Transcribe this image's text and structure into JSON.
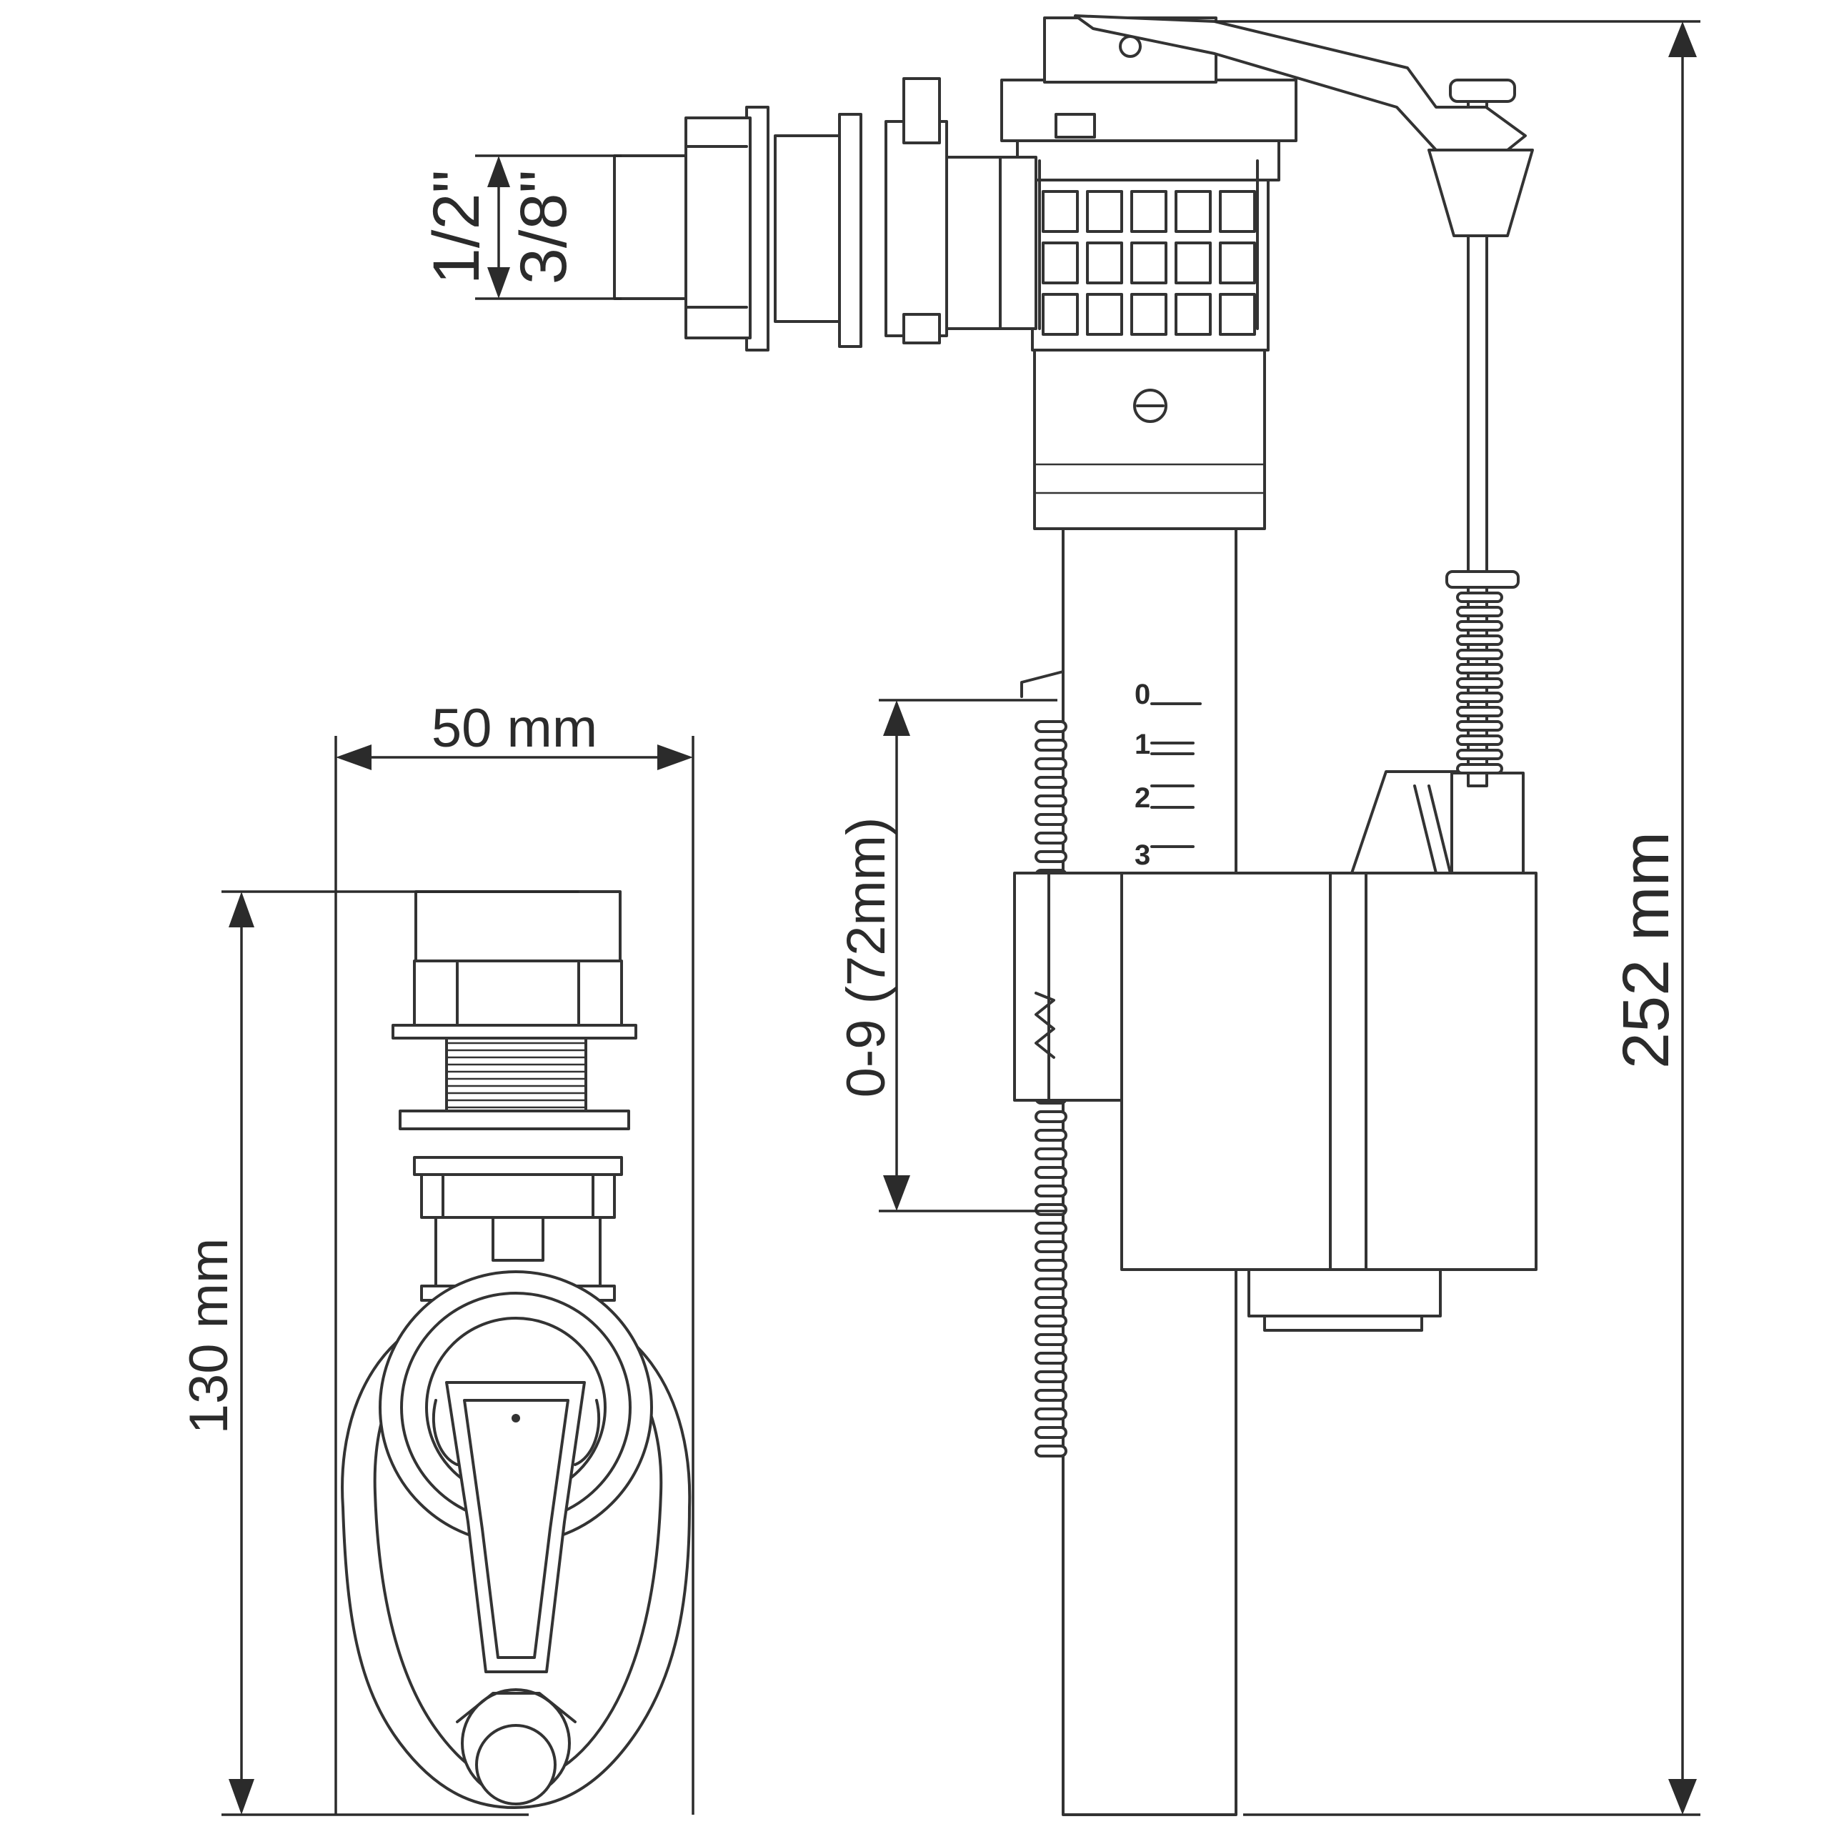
{
  "dimensions": {
    "width_total": "50 mm",
    "height_bottom_entry": "130 mm",
    "height_total": "252 mm",
    "adjust_range": "0-9 (72mm)",
    "thread_outer": "1/2\"",
    "thread_inner": "3/8\""
  },
  "scale_marks": [
    "0",
    "1",
    "2",
    "3"
  ]
}
